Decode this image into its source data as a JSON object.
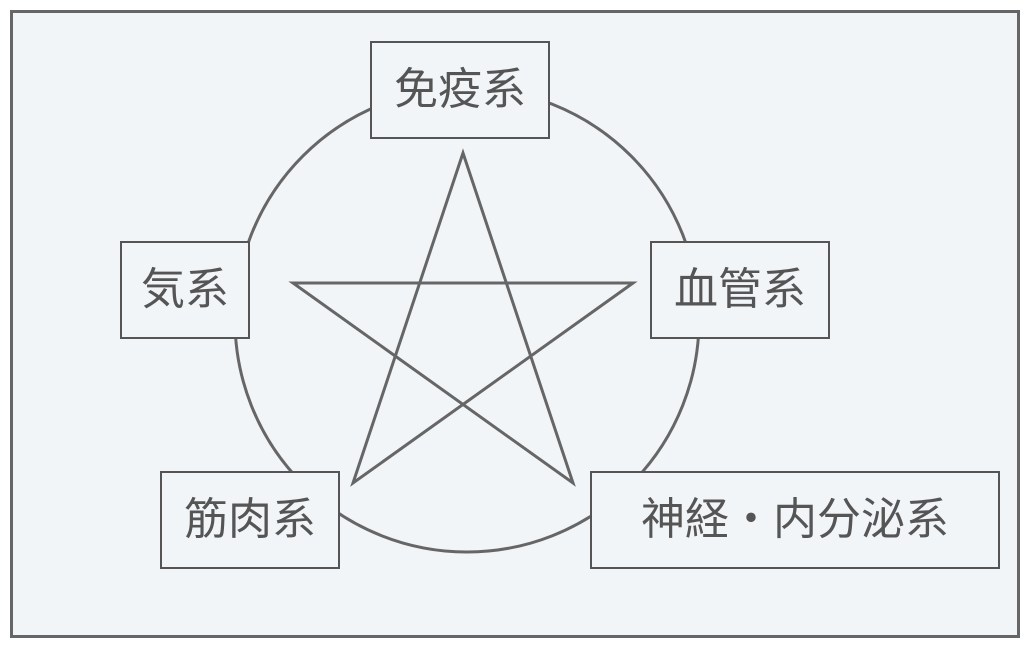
{
  "nodes": {
    "top": {
      "label": "免疫系"
    },
    "right": {
      "label": "血管系"
    },
    "bottom_right": {
      "label": "神経・内分泌系"
    },
    "bottom_left": {
      "label": "筋肉系"
    },
    "left": {
      "label": "気系"
    }
  },
  "colors": {
    "background": "#f1f5f8",
    "stroke": "#666666",
    "text": "#555555"
  }
}
